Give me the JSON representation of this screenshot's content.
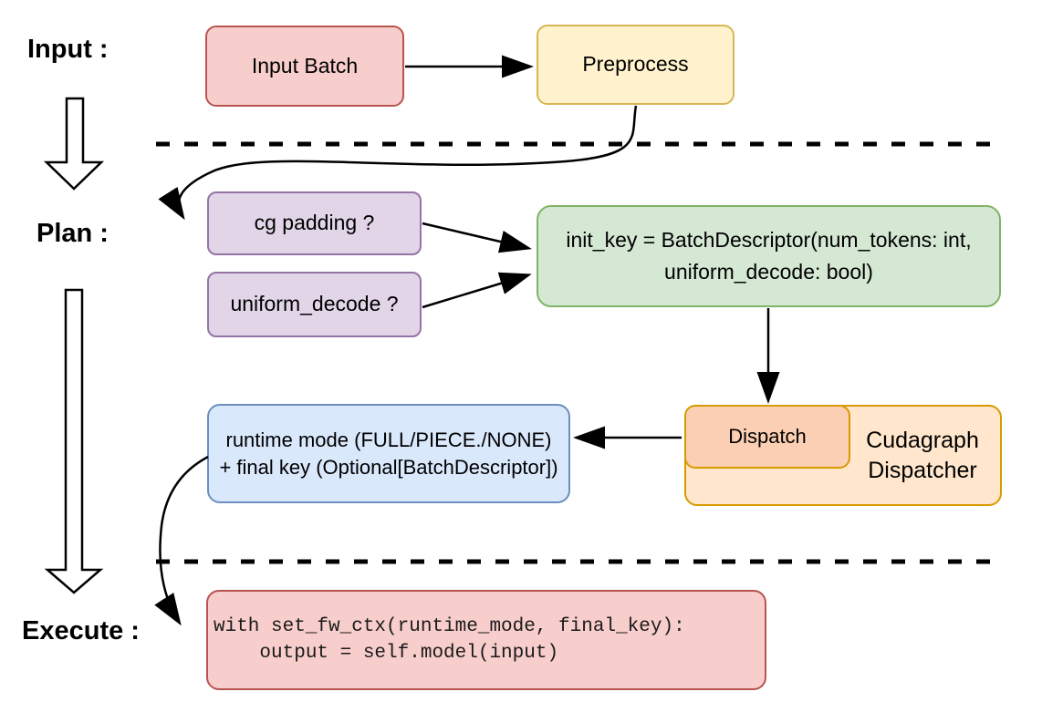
{
  "phases": {
    "input": "Input :",
    "plan": "Plan :",
    "execute": "Execute :"
  },
  "nodes": {
    "input_batch": "Input Batch",
    "preprocess": "Preprocess",
    "cg_padding": "cg padding ?",
    "uniform_decode": "uniform_decode ?",
    "init_key": "init_key = BatchDescriptor(num_tokens: int,\nuniform_decode: bool)",
    "dispatch": "Dispatch",
    "cudagraph_dispatcher": "Cudagraph\nDispatcher",
    "runtime_mode": "runtime mode (FULL/PIECE./NONE)\n+ final key (Optional[BatchDescriptor])",
    "execute_code": "with set_fw_ctx(runtime_mode, final_key):\n    output = self.model(input)"
  },
  "palette": {
    "red_fill": "#F8CECC",
    "red_border": "#B85450",
    "yellow_fill": "#FFF2CC",
    "yellow_border": "#D6B656",
    "purple_fill": "#E1D5E7",
    "purple_border": "#9673A6",
    "green_fill": "#D5E8D4",
    "green_border": "#82B366",
    "blue_fill": "#DAE8FC",
    "blue_border": "#6C8EBF",
    "orange_fill": "#FFE6CC",
    "orange_border": "#D79B00",
    "peach_fill": "#FBCFB3",
    "line_color": "#000000",
    "background": "#FFFFFF"
  }
}
